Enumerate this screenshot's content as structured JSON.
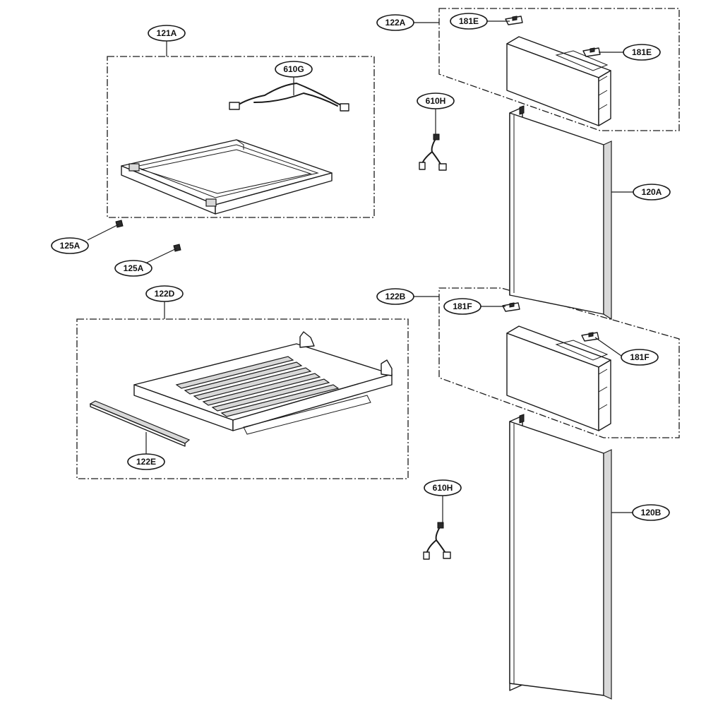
{
  "callouts": {
    "c121A": "121A",
    "c610G": "610G",
    "c125A_1": "125A",
    "c125A_2": "125A",
    "c122D": "122D",
    "c122E": "122E",
    "c122A": "122A",
    "c181E_1": "181E",
    "c181E_2": "181E",
    "c610H_1": "610H",
    "c120A": "120A",
    "c122B": "122B",
    "c181F_1": "181F",
    "c181F_2": "181F",
    "c610H_2": "610H",
    "c120B": "120B"
  }
}
